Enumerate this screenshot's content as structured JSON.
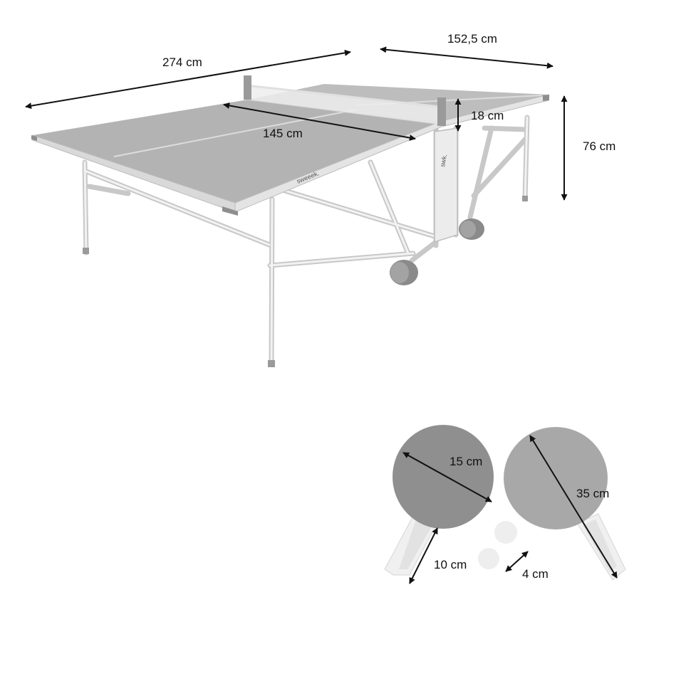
{
  "colors": {
    "table_top": "#b2b2b2",
    "table_top_far": "#bdbdbd",
    "frame": "#e6e6e6",
    "frame_edge": "#b5b5b5",
    "paddle_dark": "#8f8f8f",
    "paddle_light": "#a8a8a8",
    "arrow": "#111111"
  },
  "table": {
    "brand": "sweeek.",
    "brand_post": "swk."
  },
  "dimensions": {
    "length": "274 cm",
    "width": "152,5 cm",
    "half_length": "145 cm",
    "net_height": "18 cm",
    "table_height": "76 cm",
    "paddle_head": "15 cm",
    "paddle_handle": "10 cm",
    "ball": "4 cm",
    "paddle_total": "35 cm"
  }
}
